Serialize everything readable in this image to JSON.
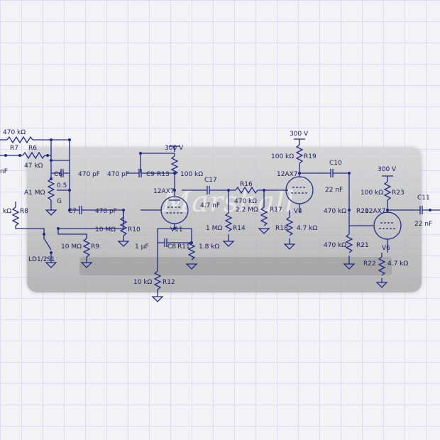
{
  "schematic": {
    "background_photo": {
      "brand": "Marshall"
    },
    "colors": {
      "wire": "#1f2a8c",
      "label": "#1a1a66",
      "grid": "#dcdcec"
    },
    "labels": {
      "r7": "R7",
      "r6": "R6",
      "r6_val": "47 kΩ",
      "r_top_val": "470 kΩ",
      "c6": "C6",
      "c6_val": "470 pF",
      "c9_val": "470 pF",
      "c9": "C9",
      "r13": "R13",
      "r13_val": "100 kΩ",
      "pot_val": "0.5",
      "pot_name": "A1 MΩ",
      "pot_g": "G",
      "r8_val": "kΩ",
      "r8": "R8",
      "left_nf": "nF",
      "c7": "C7",
      "c7_val": "470 pF",
      "r10_val": "10 MΩ",
      "r10": "R10",
      "r9_val": "10 MΩ",
      "r9": "R9",
      "ld": "LD1/2",
      "s1": "S1",
      "v300_1": "300 V",
      "tube1_type": "12AX7",
      "tube1": "V11",
      "c17": "C17",
      "c17_val": "4.7 nF",
      "c8_val": "1 μF",
      "c8": "C8",
      "r11": "R11",
      "r11_val": "1.8 kΩ",
      "r12_val": "10 kΩ",
      "r12": "R12",
      "r16": "R16",
      "r16_val": "470 kΩ",
      "r17_val": "2.2 MΩ",
      "r17": "R17",
      "r14_val": "1 MΩ",
      "r14": "R14",
      "v300_2": "300 V",
      "r19_val": "100 kΩ",
      "r19": "R19",
      "tube2_type": "12AX7",
      "tube2": "V4",
      "r18": "R18",
      "r18_val": "4.7 kΩ",
      "c10": "C10",
      "c10_val": "22 nF",
      "v300_3": "300 V",
      "r23_val": "100 kΩ",
      "r23": "R23",
      "r20_val": "470 kΩ",
      "r20": "R20",
      "tube3_type": "12AX7",
      "tube3": "V6",
      "r21_val": "470 kΩ",
      "r21": "R21",
      "r22": "R22",
      "r22_val": "4.7 kΩ",
      "c11": "C11",
      "c11_val": "22 nF"
    }
  }
}
